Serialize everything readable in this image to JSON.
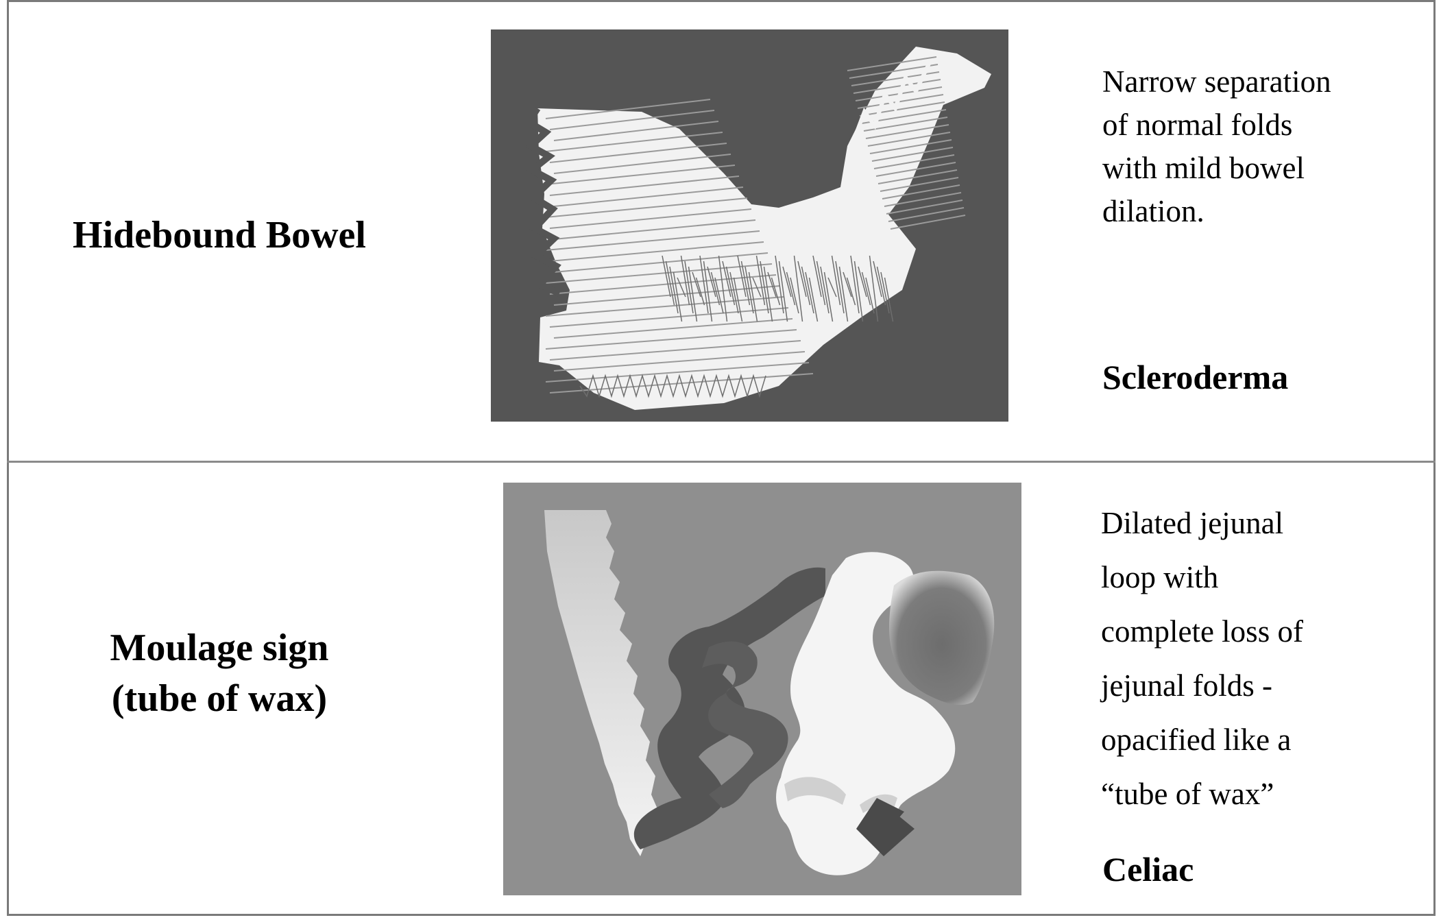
{
  "rows": [
    {
      "sign_name": "Hidebound Bowel",
      "description_lines": [
        "Narrow separation",
        "of normal folds",
        "with mild bowel",
        "dilation."
      ],
      "diagnosis": "Scleroderma"
    },
    {
      "sign_name_lines": [
        "Moulage sign",
        "(tube of wax)"
      ],
      "description_lines": [
        "Dilated jejunal",
        "loop with",
        "complete loss of",
        "jejunal folds -",
        "opacified like a",
        "“tube of wax”"
      ],
      "diagnosis": "Celiac"
    }
  ],
  "colors": {
    "border": "#7a7a7a",
    "figure1_background": "#555555",
    "figure2_background": "#8f8f8f"
  }
}
